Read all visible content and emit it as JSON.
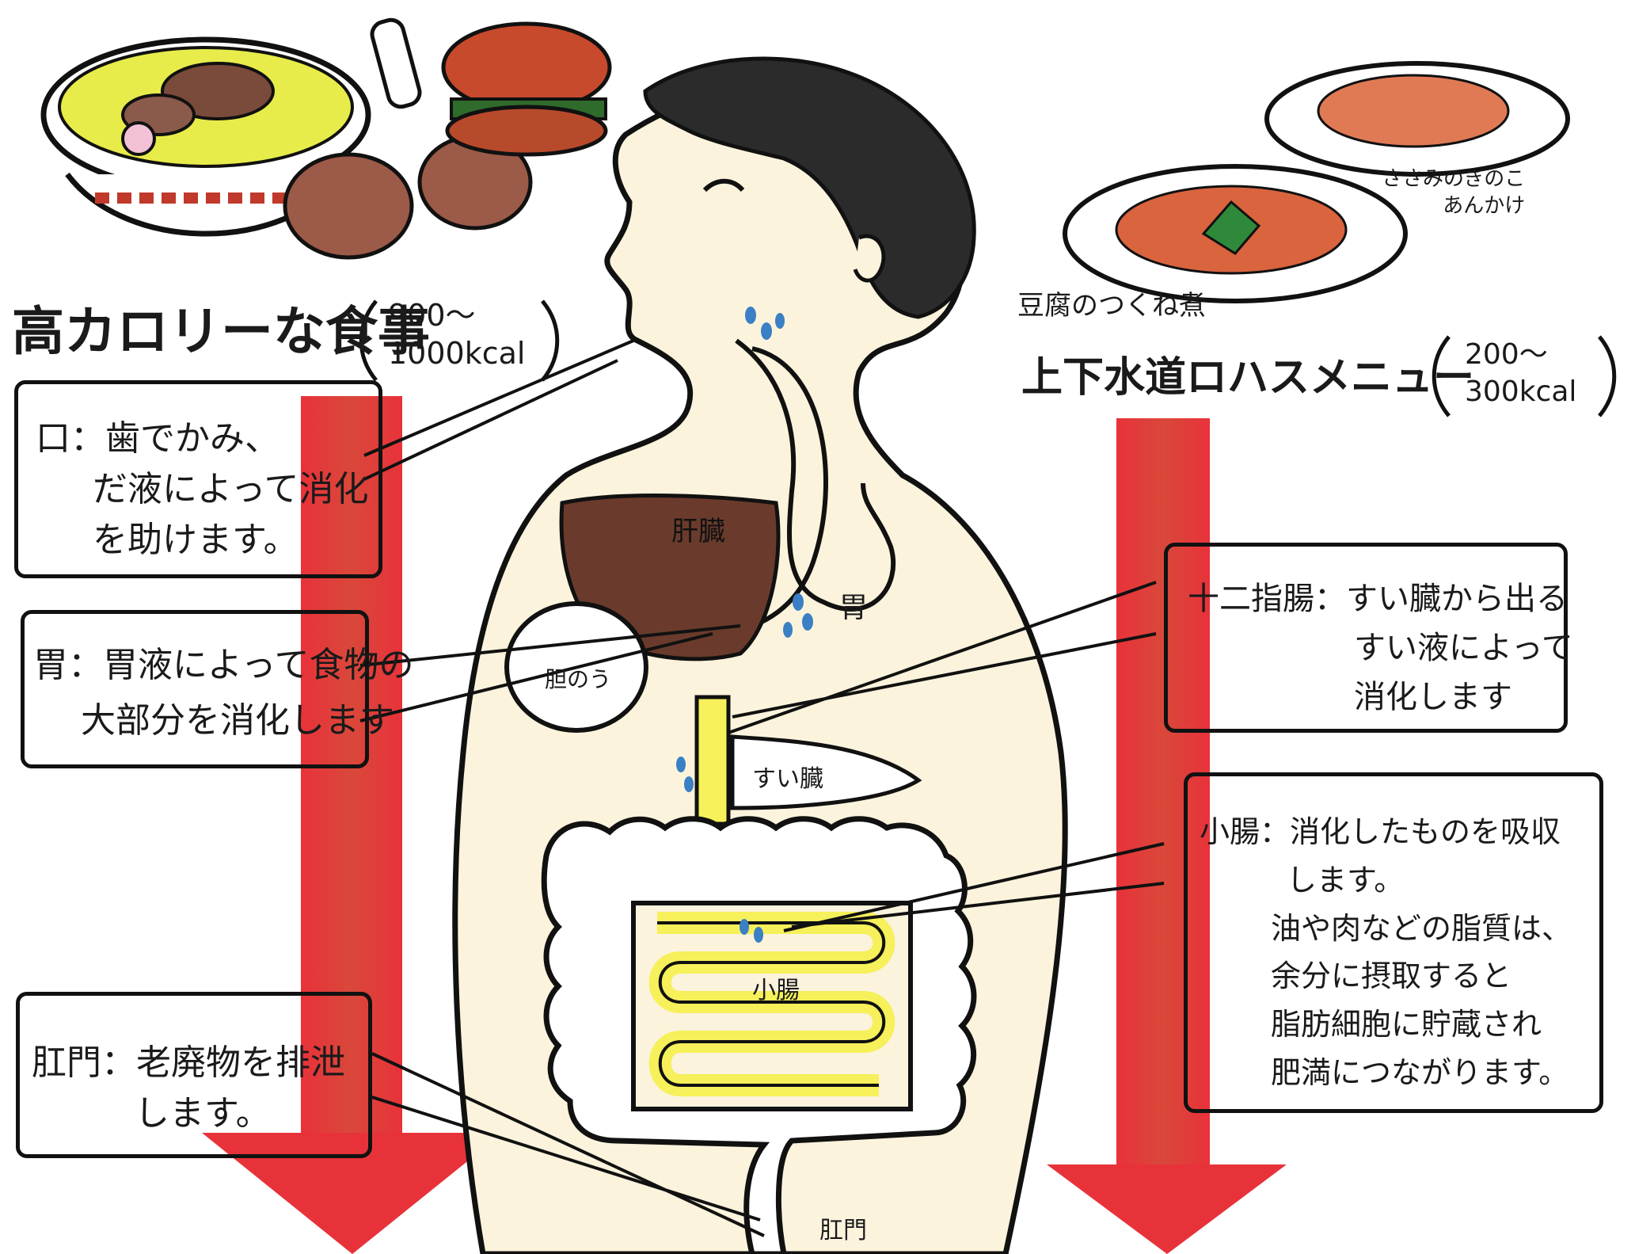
{
  "colors": {
    "arrow_red": "#e8323a",
    "arrow_shade": "#c9603c",
    "body_fill": "#fbf3dc",
    "hair": "#2b2b2b",
    "liver": "#6a3b2c",
    "intestine_yellow": "#f6f05a",
    "saliva_blue": "#3b7fc4"
  },
  "left": {
    "heading": "高カロリーな食事",
    "kcal": [
      "900～",
      "1000kcal"
    ],
    "notes": [
      {
        "lines": [
          "口：歯でかみ、",
          "だ液によって消化",
          "を助けます。"
        ]
      },
      {
        "lines": [
          "胃：胃液によって食物の",
          "大部分を消化します"
        ]
      },
      {
        "lines": [
          "肛門：老廃物を排泄",
          "します。"
        ]
      }
    ]
  },
  "right": {
    "dish1": [
      "ささみのきのこ",
      "あんかけ"
    ],
    "dish2": "豆腐のつくね煮",
    "heading": "上下水道ロハスメニュー",
    "kcal": [
      "200～",
      "300kcal"
    ],
    "notes": [
      {
        "lines": [
          "十二指腸：すい臓から出る",
          "すい液によって",
          "消化します"
        ]
      },
      {
        "lines": [
          "小腸：消化したものを吸収",
          "します。",
          "油や肉などの脂質は、",
          "余分に摂取すると",
          "脂肪細胞に貯蔵され",
          "肥満につながります。"
        ]
      }
    ]
  },
  "organs": {
    "liver": "肝臓",
    "stomach": "胃",
    "gallbladder": "胆のう",
    "pancreas": "すい臓",
    "small_intestine": "小腸",
    "anus": "肛門"
  }
}
